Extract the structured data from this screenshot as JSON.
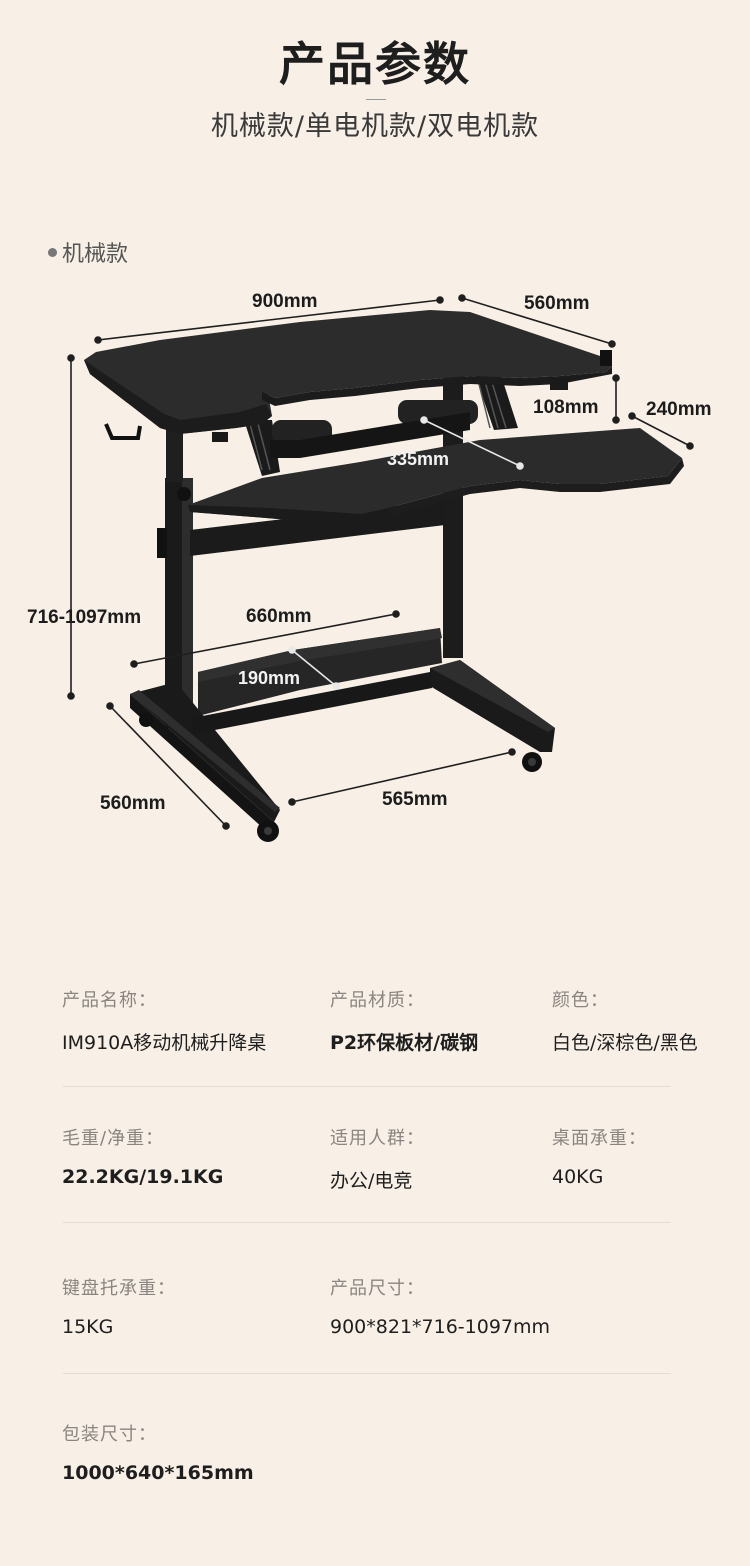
{
  "header": {
    "title": "产品参数",
    "subtitle": "机械款/单电机款/双电机款"
  },
  "section": {
    "label": "机械款"
  },
  "dimensions": {
    "top_width": "900mm",
    "top_depth": "560mm",
    "riser_height": "108mm",
    "tray_depth": "240mm",
    "keyboard_tray": "335mm",
    "height_range": "716-1097mm",
    "shelf_width": "660mm",
    "shelf_depth": "190mm",
    "base_depth": "560mm",
    "base_width": "565mm"
  },
  "specs": [
    {
      "label": "产品名称：",
      "value": "IM910A移动机械升降桌"
    },
    {
      "label": "产品材质：",
      "value": "P2环保板材/碳钢"
    },
    {
      "label": "颜色：",
      "value": "白色/深棕色/黑色"
    },
    {
      "label": "毛重/净重：",
      "value": "22.2KG/19.1KG"
    },
    {
      "label": "适用人群：",
      "value": "办公/电竞"
    },
    {
      "label": "桌面承重：",
      "value": "40KG"
    },
    {
      "label": "键盘托承重：",
      "value": "15KG"
    },
    {
      "label": "产品尺寸：",
      "value": "900*821*716-1097mm"
    },
    {
      "label": "包装尺寸：",
      "value": "1000*640*165mm"
    }
  ],
  "colors": {
    "background": "#f8efe6",
    "desk": "#2b2b2b",
    "frame": "#1a1a1a"
  }
}
